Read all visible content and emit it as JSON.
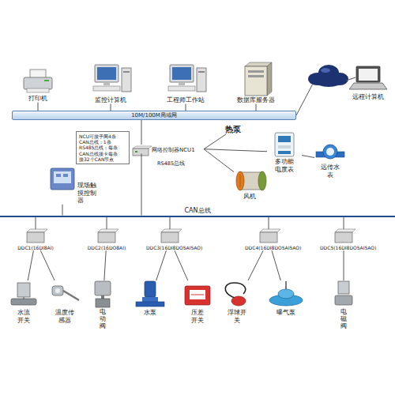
{
  "diagram": {
    "nodes": [
      {
        "text": [
          "打印机"
        ]
      },
      {
        "text": [
          "监控计算机"
        ]
      },
      {
        "text": [
          "工程师工作站"
        ]
      },
      {
        "text": [
          "数据库服务器"
        ]
      },
      {
        "text": [
          "远程计算机"
        ]
      },
      {
        "text": [
          "10M/100M局域网"
        ]
      },
      {
        "text": [
          "NCU可接子网4条",
          "CAN总线：1条",
          "RS485总线：每条",
          "CAN总线接卡每条",
          "接32个CAN节点"
        ]
      },
      {
        "text": [
          "网络控制器NCU1"
        ]
      },
      {
        "text": [
          "热泵"
        ]
      },
      {
        "text": [
          "多功能电度表"
        ]
      },
      {
        "text": [
          "远传水表"
        ]
      },
      {
        "text": [
          "风机"
        ]
      },
      {
        "text": [
          "现场触摸控制器"
        ]
      },
      {
        "text": [
          "CAN总线"
        ]
      },
      {
        "text": [
          "DDC1(16DI8AI)"
        ]
      },
      {
        "text": [
          "DDC2(16DO8AI)"
        ]
      },
      {
        "text": [
          "DDC3(16DI8DO5AI5AO)"
        ]
      },
      {
        "text": [
          "DDC4(16DI8DO5AI5AO)"
        ]
      },
      {
        "text": [
          "DDC5(16DI8DO5AI5AO)"
        ]
      },
      {
        "text": [
          "水流开关"
        ]
      },
      {
        "text": [
          "温度传感器"
        ]
      },
      {
        "text": [
          "电动阀"
        ]
      },
      {
        "text": [
          "水泵"
        ]
      },
      {
        "text": [
          "压差开关"
        ]
      },
      {
        "text": [
          "浮球开关"
        ]
      },
      {
        "text": [
          "曝气泵"
        ]
      },
      {
        "text": [
          "电磁阀"
        ]
      }
    ],
    "edges": [
      {
        "from": 0,
        "to": 5,
        "arrow": "none"
      },
      {
        "from": 1,
        "to": 5,
        "arrow": "none"
      },
      {
        "from": 2,
        "to": 5,
        "arrow": "none"
      },
      {
        "from": 3,
        "to": 5,
        "arrow": "none"
      },
      {
        "from": 5,
        "to": 7,
        "arrow": "none"
      },
      {
        "from": 7,
        "to": 13,
        "arrow": "none"
      },
      {
        "from": 7,
        "to": 8,
        "arrow": "none"
      },
      {
        "from": 7,
        "to": 9,
        "arrow": "none"
      },
      {
        "from": 7,
        "to": 11,
        "arrow": "none"
      },
      {
        "from": 9,
        "to": 10,
        "arrow": "none"
      },
      {
        "from": 12,
        "to": 13,
        "arrow": "none"
      },
      {
        "from": 13,
        "to": 14,
        "arrow": "none"
      },
      {
        "from": 13,
        "to": 15,
        "arrow": "none"
      },
      {
        "from": 13,
        "to": 16,
        "arrow": "none"
      },
      {
        "from": 13,
        "to": 17,
        "arrow": "none"
      },
      {
        "from": 13,
        "to": 18,
        "arrow": "none"
      },
      {
        "from": 14,
        "to": 19,
        "arrow": "none"
      },
      {
        "from": 14,
        "to": 20,
        "arrow": "none"
      },
      {
        "from": 15,
        "to": 21,
        "arrow": "none"
      },
      {
        "from": 16,
        "to": 22,
        "arrow": "none"
      },
      {
        "from": 16,
        "to": 23,
        "arrow": "none"
      },
      {
        "from": 17,
        "to": 24,
        "arrow": "none"
      },
      {
        "from": 17,
        "to": 25,
        "arrow": "none"
      },
      {
        "from": 18,
        "to": 26,
        "arrow": "none"
      }
    ],
    "labels": [
      "RS485总线"
    ]
  }
}
